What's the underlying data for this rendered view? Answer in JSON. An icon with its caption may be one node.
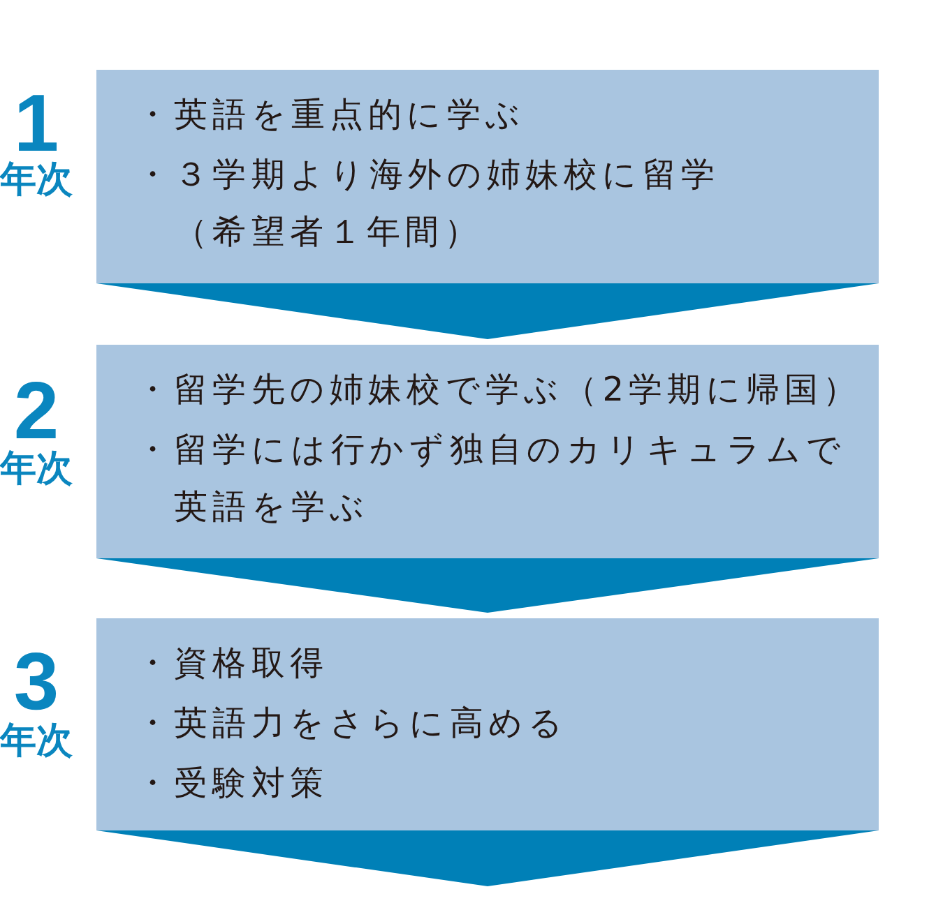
{
  "diagram": {
    "nodes": [
      {
        "text": [
          "1",
          "年次",
          "・英語を重点的に学ぶ",
          "・３学期より海外の姉妹校に留学（希望者１年間）"
        ]
      },
      {
        "text": [
          "2",
          "年次",
          "・留学先の姉妹校で学ぶ（2学期に帰国）",
          "・留学には行かず独自のカリキュラムで英語を学ぶ"
        ]
      },
      {
        "text": [
          "3",
          "年次",
          "・資格取得",
          "・英語力をさらに高める",
          "・受験対策"
        ]
      }
    ],
    "edges": [
      {
        "from": 0,
        "to": 1,
        "arrow": "to"
      },
      {
        "from": 1,
        "to": 2,
        "arrow": "to"
      },
      {
        "from": 2,
        "to": null,
        "arrow": "to"
      }
    ]
  }
}
